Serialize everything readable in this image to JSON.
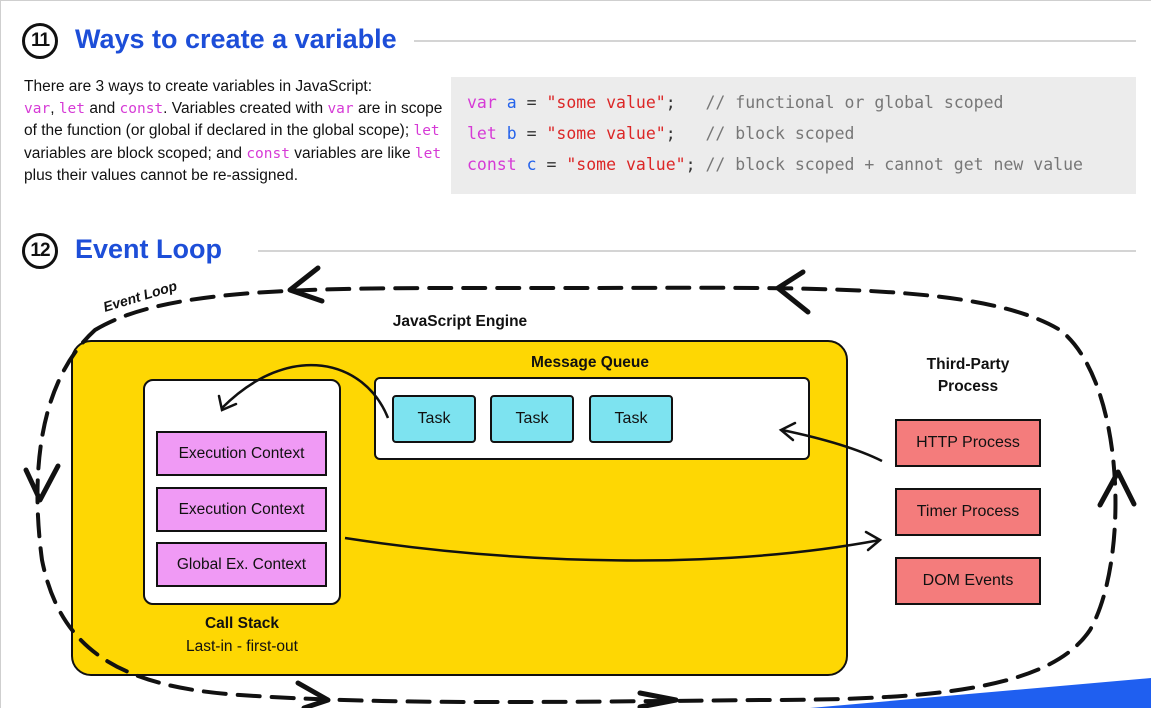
{
  "section11": {
    "number": "11",
    "title": "Ways to create a variable",
    "intro": {
      "p1": "There are 3 ways to create variables in JavaScript:",
      "var_kw": "var",
      "comma": ",",
      "let_kw": "let",
      "and_text": " and ",
      "const_kw": "const",
      "p2": ". Variables created with ",
      "var_kw2": "var",
      "p3": " are in scope of the function (or global if declared in the global scope); ",
      "let_kw2": "let",
      "p4": " variables are block scoped; and ",
      "const_kw2": "const",
      "p5": " variables are like ",
      "let_kw3": "let",
      "p6": " plus their values cannot be re-assigned."
    },
    "code": [
      {
        "kw": "var",
        "name": "a",
        "eq": " = ",
        "str": "\"some value\"",
        "semi": ";",
        "pad": "   ",
        "comment": "// functional or global scoped"
      },
      {
        "kw": "let",
        "name": "b",
        "eq": " = ",
        "str": "\"some value\"",
        "semi": ";",
        "pad": "   ",
        "comment": "// block scoped"
      },
      {
        "kw": "const",
        "name": "c",
        "eq": " = ",
        "str": "\"some value\"",
        "semi": ";",
        "pad": " ",
        "comment": "// block scoped + cannot get new value"
      }
    ]
  },
  "section12": {
    "number": "12",
    "title": "Event Loop",
    "loop_label": "Event Loop",
    "engine_label": "JavaScript Engine",
    "queue_label": "Message Queue",
    "tasks": [
      "Task",
      "Task",
      "Task"
    ],
    "stack": [
      "Execution Context",
      "Execution Context",
      "Global Ex. Context"
    ],
    "stack_label": "Call Stack",
    "stack_sub": "Last-in - first-out",
    "third_party_label_1": "Third-Party",
    "third_party_label_2": "Process",
    "processes": [
      "HTTP Process",
      "Timer Process",
      "DOM Events"
    ]
  },
  "colors": {
    "title_blue": "#1d4ed8",
    "engine_yellow": "#fed703",
    "task_cyan": "#7de3f0",
    "context_pink": "#f09af5",
    "process_red": "#f47c7c",
    "keyword_magenta": "#d63ad6",
    "corner_blue": "#1f5ff0"
  }
}
